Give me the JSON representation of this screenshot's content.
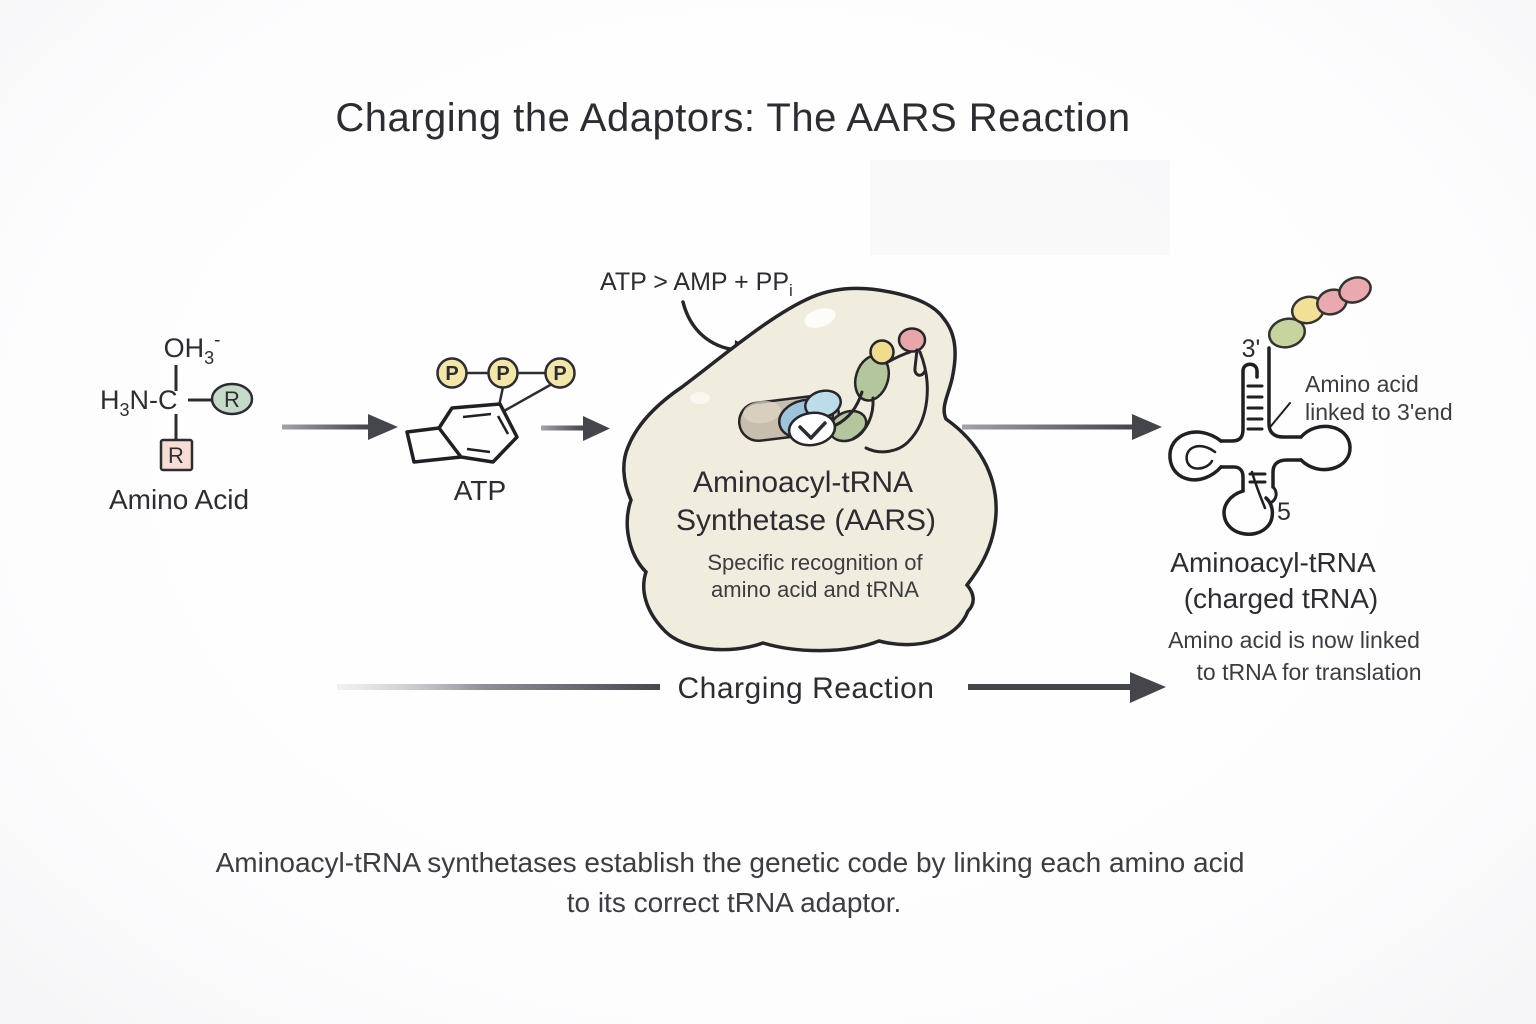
{
  "title": "Charging the Adaptors: The AARS Reaction",
  "amino_acid": {
    "hydroxyl_main": "OH",
    "hydroxyl_sub": "3",
    "hydroxyl_charge": "-",
    "amine_h": "H",
    "amine_sub": "3",
    "amine_rest": "N-C",
    "r_group_circle": "R",
    "r_group_square": "R",
    "label": "Amino Acid"
  },
  "atp": {
    "phosphate_1": "P",
    "phosphate_2": "P",
    "phosphate_3": "P",
    "label": "ATP"
  },
  "byproduct": {
    "main": "ATP > AMP + PP",
    "sub": "i"
  },
  "enzyme": {
    "name_line1": "Aminoacyl-tRNA",
    "name_line2": "Synthetase (AARS)",
    "desc_line1": "Specific recognition of",
    "desc_line2": "amino acid and tRNA"
  },
  "trna": {
    "three_prime_label": "3'",
    "five_prime_label": "5",
    "note_line1": "Amino acid",
    "note_line2": "linked to 3'end",
    "name_line1": "Aminoacyl-tRNA",
    "name_line2": "(charged tRNA)",
    "desc_line1": "Amino acid is now linked",
    "desc_line2": "to tRNA for translation"
  },
  "reaction_arrow_label": "Charging Reaction",
  "caption": {
    "line1": "Aminoacyl-tRNA synthetases establish the genetic code by linking each amino acid",
    "line2": "to its correct tRNA adaptor."
  },
  "colors": {
    "ink": "#2c2c32",
    "text_soft": "#3c3c43",
    "arrow": "#45454c",
    "phosphate_fill": "#f4e6a6",
    "r_circle_fill": "#c5dbc8",
    "r_square_fill": "#f6dcd2",
    "enzyme_fill": "#f1edde",
    "capsule_fill": "#c8beae",
    "blue_large_fill": "#9ec3da",
    "blue_small_fill": "#bcdcea",
    "figure_green_fill": "#b4c79c",
    "head_yellow_fill": "#f1dc8e",
    "ball_pink_fill": "#e8a5aa",
    "bead_green": "#c6d5a0",
    "bead_yellow": "#f2e097",
    "bead_pink": "#e9a9ae"
  }
}
